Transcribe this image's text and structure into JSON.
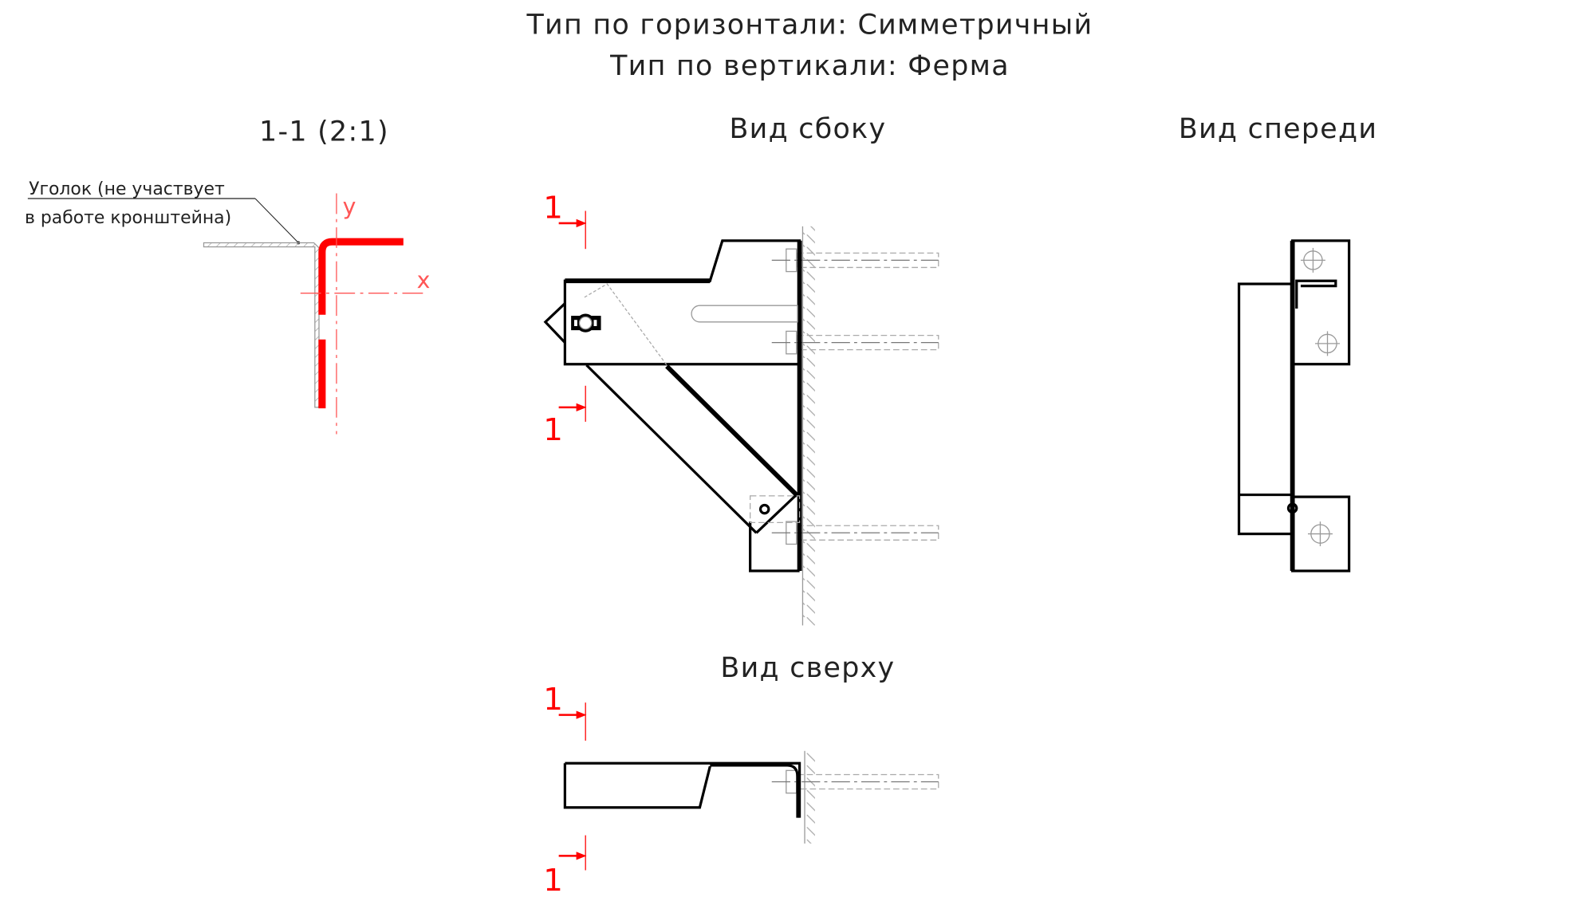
{
  "header": {
    "line1": "Тип по горизонтали: Симметричный",
    "line2": "Тип по вертикали: Ферма"
  },
  "views": {
    "section": {
      "title": "1-1 (2:1)",
      "axis_x": "x",
      "axis_y": "y",
      "note_line1": "Уголок (не участвует",
      "note_line2": "в работе кронштейна)"
    },
    "side": {
      "title": "Вид сбоку",
      "mark": "1"
    },
    "front": {
      "title": "Вид спереди"
    },
    "top": {
      "title": "Вид сверху",
      "mark": "1"
    }
  },
  "colors": {
    "section_line": "#ff0000",
    "outline": "#000000",
    "hidden": "#999999"
  }
}
